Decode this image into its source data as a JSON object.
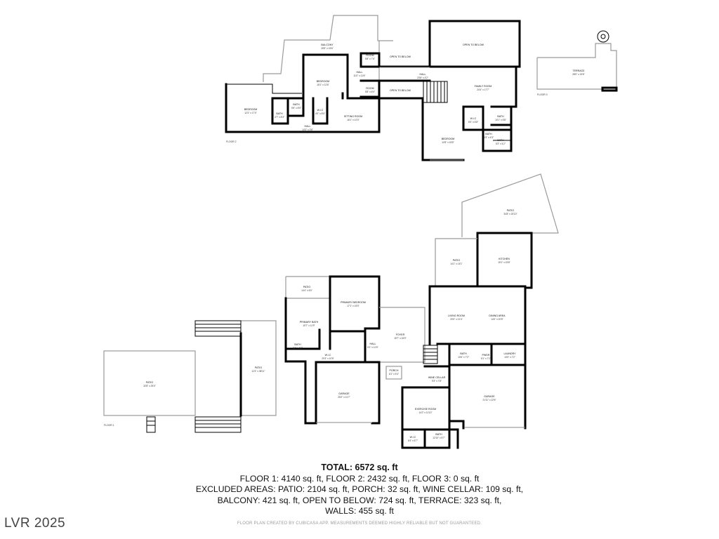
{
  "floors": {
    "floor1_tag": "FLOOR 1",
    "floor2_tag": "FLOOR 2",
    "floor3_tag": "FLOOR 3"
  },
  "rooms": {
    "balcony": {
      "label": "BALCONY",
      "dim": "25'5\" x 15'6\""
    },
    "room_f2": {
      "label": "ROOM",
      "dim": "5'8\" x 7'6\""
    },
    "open_below_1": {
      "label": "OPEN TO BELOW"
    },
    "open_below_2": {
      "label": "OPEN TO BELOW"
    },
    "open_below_3": {
      "label": "OPEN TO BELOW"
    },
    "terrace": {
      "label": "TERRACE",
      "dim": "28'0\" x 15'6\""
    },
    "bedroom_a": {
      "label": "BEDROOM",
      "dim": "15'1\" x 12'6\""
    },
    "hall_f2a": {
      "label": "HALL",
      "dim": "11'0\" x 11'6\""
    },
    "hall_f2b": {
      "label": "HALL",
      "dim": "23'8\" x 4'2\""
    },
    "bedroom_b": {
      "label": "BEDROOM",
      "dim": "12'3\" x 17'0\""
    },
    "bath_f2a": {
      "label": "BATH",
      "dim": "4'7\" x 8'3\""
    },
    "bath_f2b": {
      "label": "BATH",
      "dim": "5'5\" x 8'5\""
    },
    "wic_f2a": {
      "label": "W.I.C",
      "dim": "4'0\" x 8'5\""
    },
    "room_f2b": {
      "label": "ROOM",
      "dim": "5'8\" x 6'0\""
    },
    "sitting_room": {
      "label": "SITTING ROOM",
      "dim": "16'1\" x 12'0\""
    },
    "hall_f2c": {
      "label": "HALL",
      "dim": "14'3\" x 3'6\""
    },
    "family_room": {
      "label": "FAMILY ROOM",
      "dim": "24'4\" x 17'7\""
    },
    "bath_f2c": {
      "label": "BATH",
      "dim": "10'1\" x 6'8\""
    },
    "wic_f2b": {
      "label": "W.I.C",
      "dim": "5'0\" x 6'8\""
    },
    "bedroom_c": {
      "label": "BEDROOM",
      "dim": "12'8\" x 15'5\""
    },
    "bath_f2d": {
      "label": "BATH",
      "dim": "5'3\" x 4'5\""
    },
    "bath_f2e": {
      "label": "BATH",
      "dim": "5'3\" x 4'2\""
    },
    "patio_back": {
      "label": "PATIO",
      "dim": "34'8\" x 20'10\""
    },
    "patio_f1a": {
      "label": "PATIO",
      "dim": "14'1\" x 14'1\""
    },
    "kitchen": {
      "label": "KITCHEN",
      "dim": "19'1\" x 15'8\""
    },
    "patio_f1b": {
      "label": "PATIO",
      "dim": "14'4\" x 6'0\""
    },
    "primary_bedroom": {
      "label": "PRIMARY BEDROOM",
      "dim": "17'1\" x 15'0\""
    },
    "primary_bath": {
      "label": "PRIMARY BATH",
      "dim": "15'7\" x 11'9\""
    },
    "foyer": {
      "label": "FOYER",
      "dim": "15'7\" x 16'0\""
    },
    "living_room": {
      "label": "LIVING ROOM",
      "dim": "20'0\" x 21'4\""
    },
    "dining_area": {
      "label": "DINING AREA",
      "dim": "14'0\" x 20'5\""
    },
    "bath_f1a": {
      "label": "BATH",
      "dim": "8'4\" x 4'3\""
    },
    "wic_f1a": {
      "label": "W.I.C",
      "dim": "20'3\" x 10'5\""
    },
    "hall_f1": {
      "label": "HALL",
      "dim": "5'1\" x 11'5\""
    },
    "porch": {
      "label": "PORCH",
      "dim": "6'1\" x 5'4\""
    },
    "bath_f1b": {
      "label": "BATH",
      "dim": "10'6\" x 7'2\""
    },
    "pwdr": {
      "label": "PWDR",
      "dim": "5'1\" x 7'2\""
    },
    "laundry": {
      "label": "LAUNDRY",
      "dim": "10'5\" x 7'2\""
    },
    "wine_cellar": {
      "label": "WINE CELLAR",
      "dim": "9'3\" x 7'8\""
    },
    "garage_a": {
      "label": "GARAGE",
      "dim": "25'2\" x 21'7\""
    },
    "garage_b": {
      "label": "GARAGE",
      "dim": "21'11\" x 22'6\""
    },
    "exercise_room": {
      "label": "EXERCISE ROOM",
      "dim": "14'2\" x 11'10\""
    },
    "wic_f1b": {
      "label": "W.I.C",
      "dim": "6'4\" x 5'7\""
    },
    "bath_f1c": {
      "label": "BATH",
      "dim": "12'10\" x 5'7\""
    },
    "patio_left": {
      "label": "PATIO",
      "dim": "32'8\" x 25'4\""
    },
    "patio_mid": {
      "label": "PATIO",
      "dim": "12'4\" x 38'11\""
    }
  },
  "summary": {
    "total": "TOTAL: 6572 sq. ft",
    "line1": "FLOOR 1: 4140 sq. ft, FLOOR 2: 2432 sq. ft, FLOOR 3: 0 sq. ft",
    "line2": "EXCLUDED AREAS: PATIO: 2104 sq. ft, PORCH: 32 sq. ft, WINE CELLAR: 109 sq. ft,",
    "line3": "BALCONY: 421 sq. ft, OPEN TO BELOW: 724 sq. ft, TERRACE: 323 sq. ft,",
    "line4": "WALLS: 455 sq. ft"
  },
  "watermark": "LVR 2025",
  "disclaimer": "FLOOR PLAN CREATED BY CUBICASA APP. MEASUREMENTS DEEMED HIGHLY RELIABLE BUT NOT GUARANTEED."
}
